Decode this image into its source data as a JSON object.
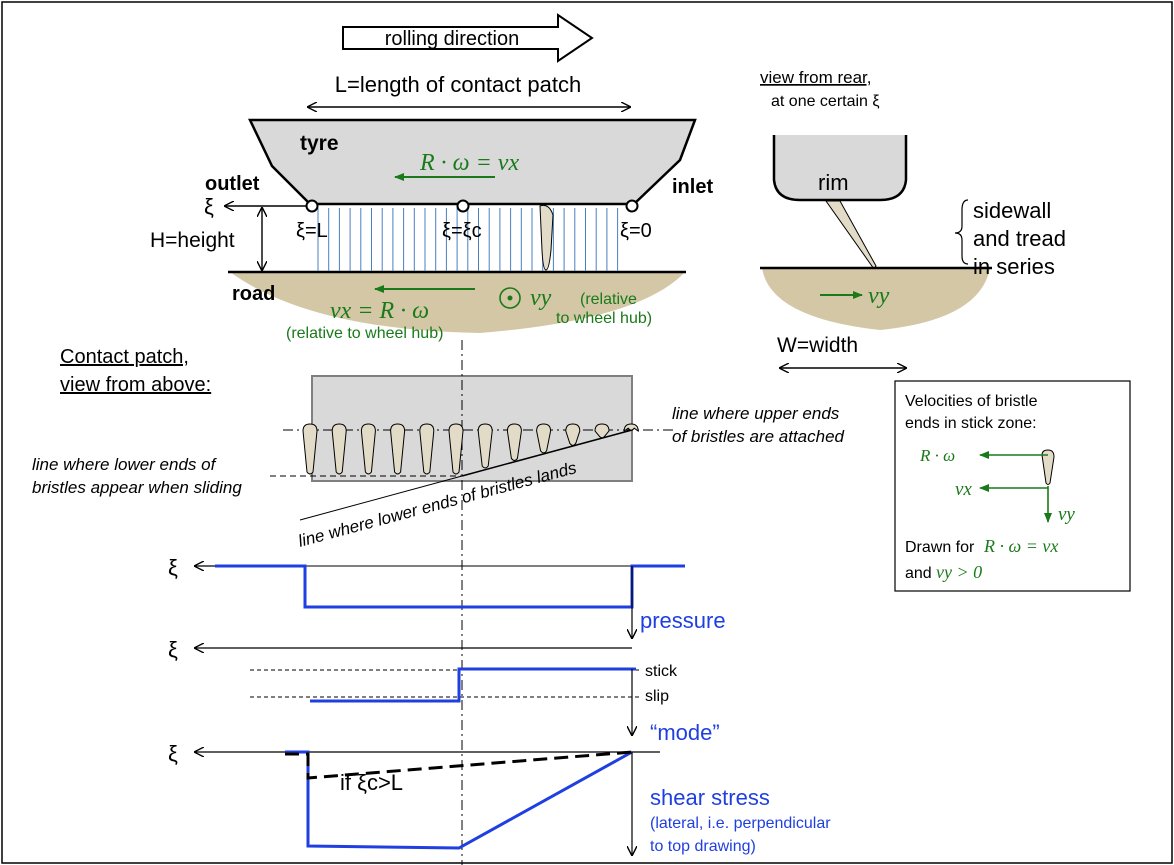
{
  "top": {
    "rolling_direction": "rolling direction",
    "contact_length": "L=length of contact patch",
    "tyre": "tyre",
    "outlet": "outlet",
    "inlet": "inlet",
    "xi": "ξ",
    "xi_L": "ξ=L",
    "xi_c": "ξ=ξc",
    "xi_0": "ξ=0",
    "height": "H=height",
    "road": "road",
    "r_omega_eq_vx": "R · ω = vx",
    "vx_eq_r_omega": "vx = R · ω",
    "vy": "vy",
    "rel_hub_1": "(relative to wheel hub)",
    "rel_hub_2a": "(relative",
    "rel_hub_2b": "to wheel hub)"
  },
  "rear": {
    "title_line1": "view from rear,",
    "title_line2": "at one certain ξ",
    "rim": "rim",
    "sidewall_1": "sidewall",
    "sidewall_2": "and tread",
    "sidewall_3": "in series",
    "vy": "vy",
    "width": "W=width"
  },
  "above": {
    "title_line1": "Contact patch,",
    "title_line2": "view from above:",
    "upper_ends_1": "line where upper ends",
    "upper_ends_2": "of bristles are attached",
    "lower_slide_1": "line where lower ends of",
    "lower_slide_2": "bristles appear when sliding",
    "lower_lands": "line where lower ends of bristles lands"
  },
  "legend": {
    "title_1": "Velocities of bristle",
    "title_2": "ends in stick zone:",
    "r_omega": "R · ω",
    "vx": "vx",
    "vy": "vy",
    "drawn_for": "Drawn for",
    "drawn_for_eq": "R · ω = vx",
    "and": "and",
    "and_eq": "vy > 0"
  },
  "plots": {
    "xi": "ξ",
    "pressure": "pressure",
    "stick": "stick",
    "slip": "slip",
    "mode": "“mode”",
    "if_xic": "if ξc>L",
    "shear": "shear stress",
    "shear_note_1": "(lateral, i.e. perpendicular",
    "shear_note_2": "to top drawing)"
  },
  "colors": {
    "green": "#1a7a1a",
    "blue": "#1f3fe0",
    "tyre_fill": "#d9d9d9",
    "road_fill": "#d3c7a6",
    "bristle_fill": "#e2dbc8",
    "line_blue": "#4a7fc0"
  }
}
